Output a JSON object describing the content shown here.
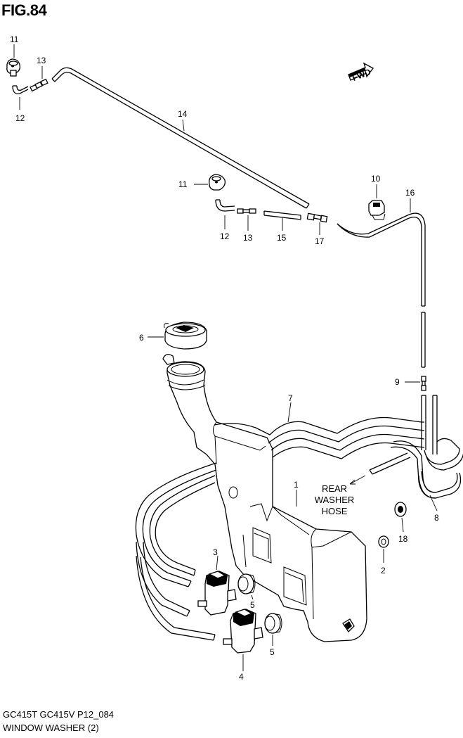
{
  "figure": {
    "title": "FIG.84",
    "model_line": "GC415T GC415V P12_084",
    "caption": "WINDOW WASHER (2)"
  },
  "direction_badge": "FWD",
  "callouts": {
    "c11a": "11",
    "c12a": "12",
    "c13a": "13",
    "c14": "14",
    "c11b": "11",
    "c12b": "12",
    "c13b": "13",
    "c15": "15",
    "c17": "17",
    "c10": "10",
    "c16": "16",
    "c6": "6",
    "c9": "9",
    "c7": "7",
    "c1": "1",
    "c8": "8",
    "c18": "18",
    "c2": "2",
    "c3": "3",
    "c5a": "5",
    "c5b": "5",
    "c4": "4"
  },
  "hose_note": [
    "REAR",
    "WASHER",
    "HOSE"
  ]
}
